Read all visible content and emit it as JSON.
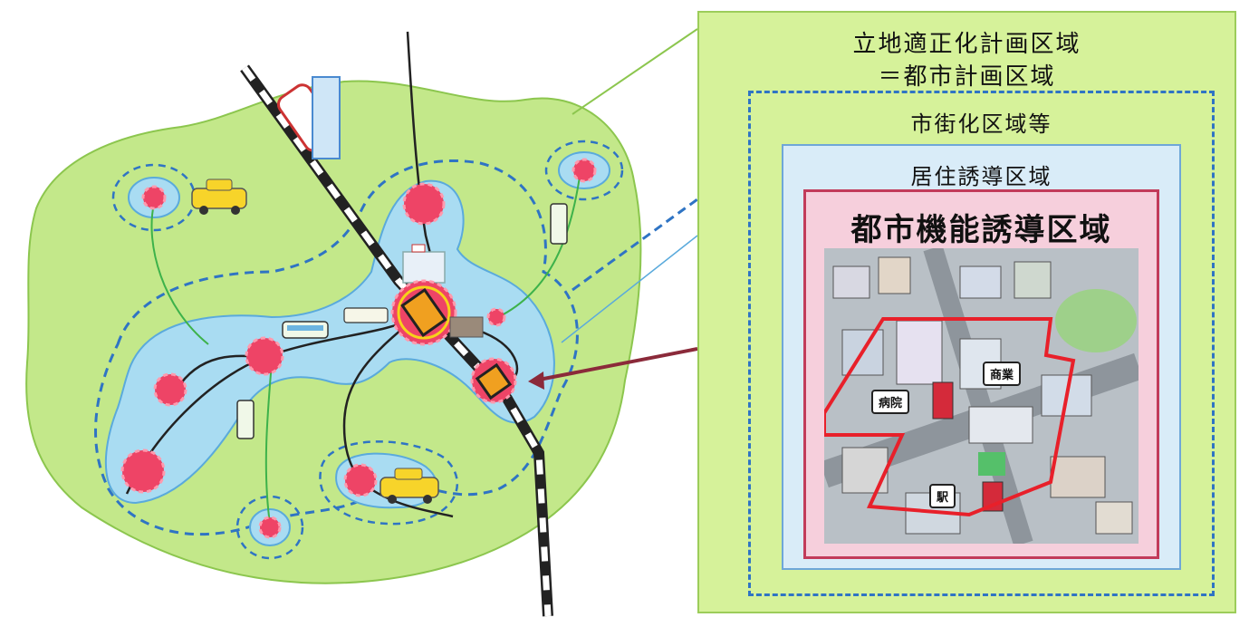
{
  "zones": {
    "planning_area_line1": "立地適正化計画区域",
    "planning_area_line2": "＝都市計画区域",
    "urbanization_area": "市街化区域等",
    "residential_area": "居住誘導区域",
    "urban_function_area": "都市機能誘導区域"
  },
  "city_labels": {
    "commerce": "商業",
    "hospital": "病院",
    "station": "駅"
  },
  "colors": {
    "planning_area_fill": "#c3e88a",
    "urbanization_border": "#2f74c4",
    "residential_fill": "#a9dcf2",
    "urban_function_border": "#c23b5a",
    "hub_marker": "#ee4466",
    "arrow": "#8b2a3a"
  }
}
